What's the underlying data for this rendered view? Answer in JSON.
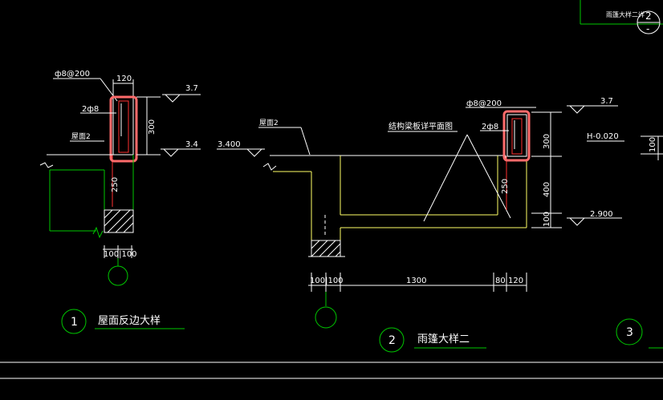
{
  "colors": {
    "background": "#000000",
    "line_white": "#ffffff",
    "line_green": "#00c800",
    "line_yellow": "#ffff66",
    "rebar_red": "#ff3030",
    "highlight": "#ff6b6b"
  },
  "top_right": {
    "caption": "雨篷大样二详",
    "circle_top": "2",
    "circle_bottom": "-"
  },
  "detail1": {
    "rebar_spec": "ф8@200",
    "width_dim": "120",
    "elev_top": "3.7",
    "elev_bottom": "3.4",
    "bar_label": "2ф8",
    "height_dim": "300",
    "roof_label": "屋面2",
    "anchor_dim": "250",
    "bottom_dims": "100|100",
    "number": "1",
    "title": "屋面反边大样"
  },
  "detail2": {
    "roof_label": "屋面2",
    "elev_left": "3.400",
    "plan_note": "结构梁板详平面图",
    "rebar_spec": "ф8@200",
    "elev_top": "3.7",
    "bar_label": "2ф8",
    "elev_h": "H-0.020",
    "dim_300": "300",
    "dim_400": "400",
    "dim_100": "100",
    "anchor_dim": "250",
    "elev_bottom": "2.900",
    "dim_row_left": "100|100",
    "dim_1300": "1300",
    "dim_80": "80",
    "dim_120": "120",
    "right_edge_dim": "100",
    "number": "2",
    "title": "雨篷大样二"
  },
  "detail3": {
    "number": "3"
  }
}
